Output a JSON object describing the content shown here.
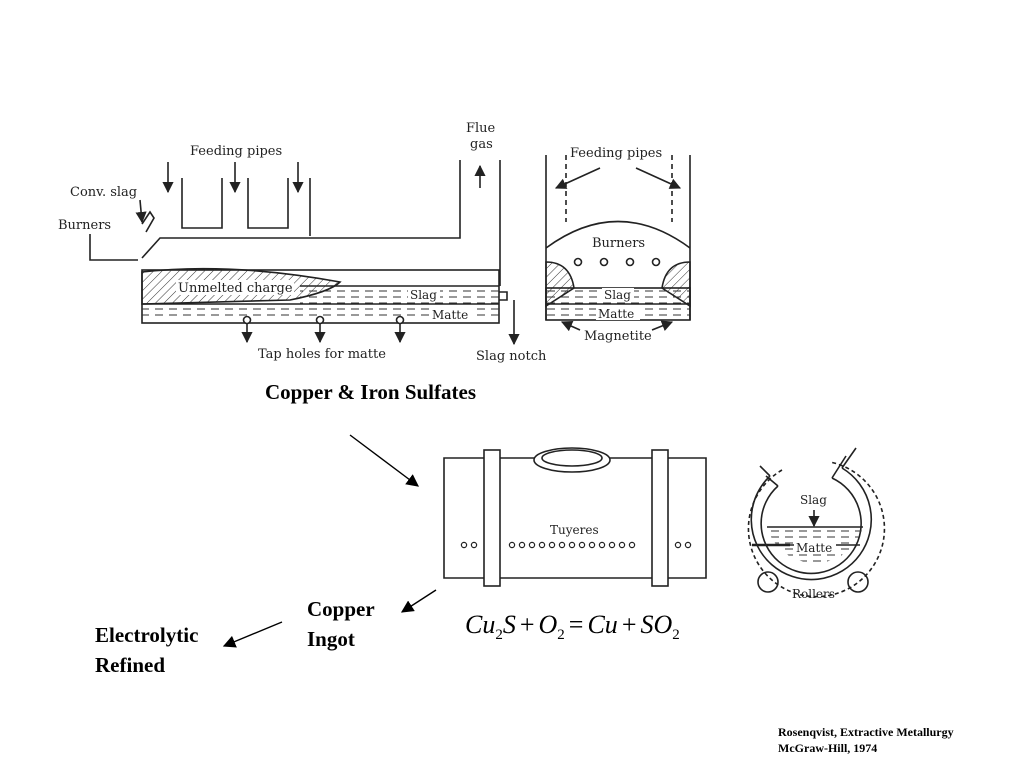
{
  "reverberatory_furnace": {
    "feeding_pipes": "Feeding pipes",
    "conv_slag": "Conv. slag",
    "burners": "Burners",
    "flue_gas_line1": "Flue",
    "flue_gas_line2": "gas",
    "unmelted_charge": "Unmelted charge",
    "slag": "Slag",
    "matte": "Matte",
    "tap_holes": "Tap holes for matte",
    "slag_notch": "Slag notch"
  },
  "furnace_cross_section": {
    "feeding_pipes": "Feeding pipes",
    "burners": "Burners",
    "slag": "Slag",
    "matte": "Matte",
    "magnetite": "Magnetite"
  },
  "converter": {
    "tuyeres": "Tuyeres"
  },
  "converter_cross_section": {
    "slag": "Slag",
    "matte": "Matte",
    "rollers": "Rollers"
  },
  "captions": {
    "sulfates": "Copper & Iron Sulfates",
    "ingot_line1": "Copper",
    "ingot_line2": "Ingot",
    "refined_line1": "Electrolytic",
    "refined_line2": "Refined"
  },
  "equation": {
    "cu": "Cu",
    "sub2a": "2",
    "s": "S",
    "plus1": "+",
    "o": "O",
    "sub2b": "2",
    "eq": "=",
    "cu2": "Cu",
    "plus2": "+",
    "so": "SO",
    "sub2c": "2"
  },
  "citation": {
    "line1": "Rosenqvist, Extractive Metallurgy",
    "line2": "McGraw-Hill, 1974"
  }
}
